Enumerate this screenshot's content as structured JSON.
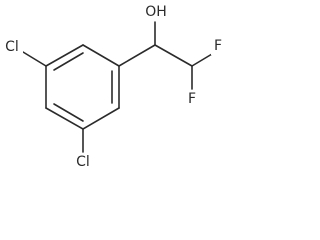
{
  "molecule": {
    "atoms": {
      "hydroxyl": "OH",
      "fluorine_upper": "F",
      "fluorine_lower": "F",
      "chlorine_left": "Cl",
      "chlorine_bottom": "Cl"
    },
    "colors": {
      "bond": "#2b2b2b",
      "label": "#2b2b2b",
      "background": "#ffffff"
    }
  }
}
